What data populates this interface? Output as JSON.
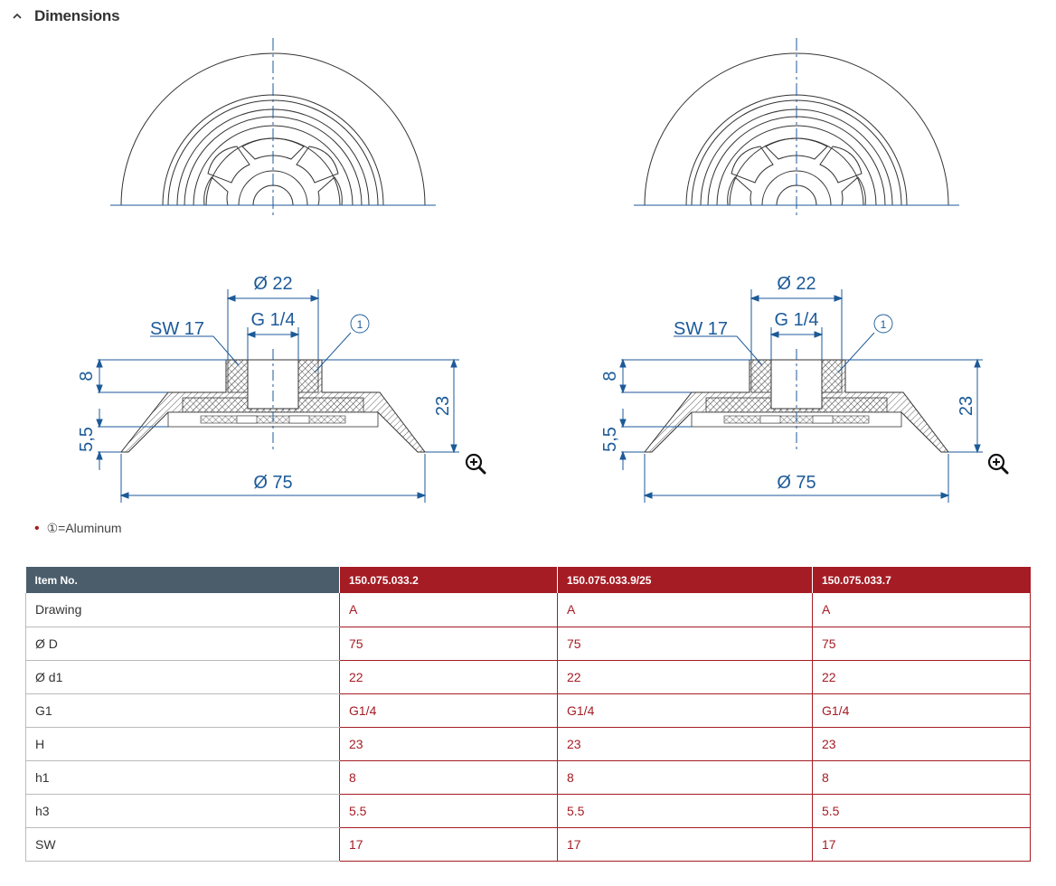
{
  "section": {
    "title": "Dimensions",
    "toggle_icon": "chevron-up-icon"
  },
  "drawings": [
    {
      "labels": {
        "d1": "Ø 22",
        "g1": "G 1/4",
        "sw": "SW 17",
        "callout": "1",
        "h1": "8",
        "h3": "5,5",
        "h": "23",
        "d": "Ø 75"
      },
      "zoom_icon": "zoom-in-icon"
    },
    {
      "labels": {
        "d1": "Ø 22",
        "g1": "G 1/4",
        "sw": "SW 17",
        "callout": "1",
        "h1": "8",
        "h3": "5,5",
        "h": "23",
        "d": "Ø 75"
      },
      "zoom_icon": "zoom-in-icon"
    }
  ],
  "note": "①=Aluminum",
  "table": {
    "header_label": "Item No.",
    "items": [
      "150.075.033.2",
      "150.075.033.9/25",
      "150.075.033.7"
    ],
    "rows": [
      {
        "label": "Drawing",
        "values": [
          "A",
          "A",
          "A"
        ]
      },
      {
        "label": "Ø D",
        "values": [
          "75",
          "75",
          "75"
        ]
      },
      {
        "label": "Ø d1",
        "values": [
          "22",
          "22",
          "22"
        ]
      },
      {
        "label": "G1",
        "values": [
          "G1/4",
          "G1/4",
          "G1/4"
        ]
      },
      {
        "label": "H",
        "values": [
          "23",
          "23",
          "23"
        ]
      },
      {
        "label": "h1",
        "values": [
          "8",
          "8",
          "8"
        ]
      },
      {
        "label": "h3",
        "values": [
          "5.5",
          "5.5",
          "5.5"
        ]
      },
      {
        "label": "SW",
        "values": [
          "17",
          "17",
          "17"
        ]
      }
    ]
  },
  "colors": {
    "accent": "#a51c24",
    "header_gray": "#4b5d6b",
    "dimension_blue": "#1c5a98"
  }
}
